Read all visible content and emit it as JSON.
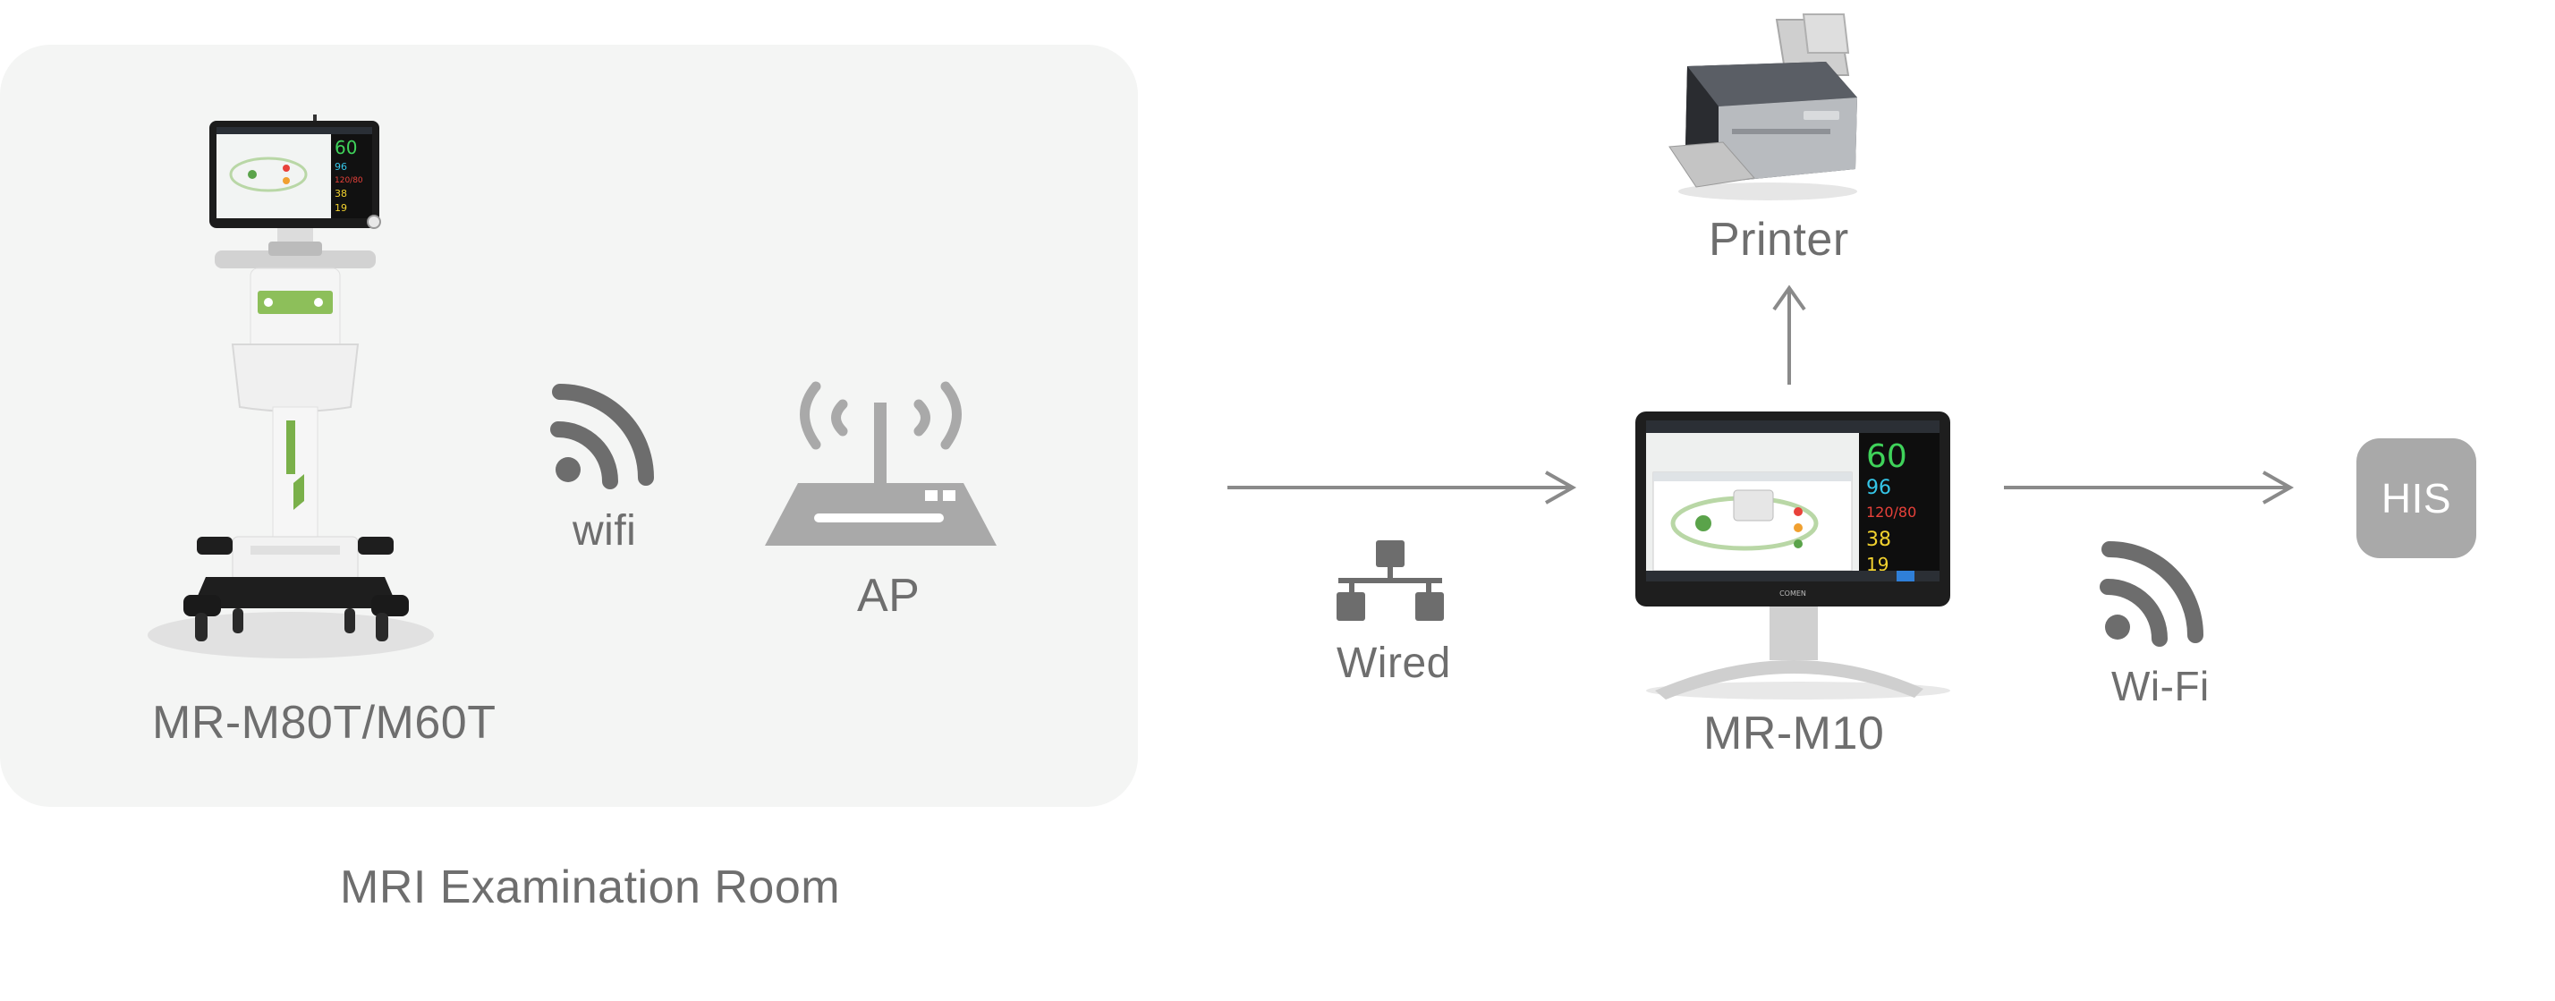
{
  "diagram": {
    "room_label": "MRI Examination Room",
    "nodes": {
      "mr_m80t": "MR-M80T/M60T",
      "wifi_link": "wifi",
      "ap": "AP",
      "wired_link": "Wired",
      "mr_m10": "MR-M10",
      "printer": "Printer",
      "wifi_link_his": "Wi-Fi",
      "his": "HIS"
    },
    "monitor_readings": {
      "hr": "60",
      "spo2": "96",
      "nibp": "120/80",
      "temp": "38",
      "resp": "19"
    },
    "brand": "COMEN",
    "colors": {
      "room_bg": "#f4f5f4",
      "icon_gray": "#a9a9a9",
      "wifi_dark": "#6d6d6d",
      "arrow": "#8a8a8a",
      "text": "#6e6e6e",
      "accent_green": "#7ab04a",
      "hr_green": "#3fd25a",
      "spo2_cyan": "#35c6e8",
      "nibp_red": "#e8413a",
      "temp_yellow": "#f2d22e"
    },
    "icons": [
      "wifi-icon",
      "access-point-icon",
      "network-icon",
      "printer-icon",
      "monitor-icon",
      "patient-monitor-cart-icon"
    ]
  }
}
